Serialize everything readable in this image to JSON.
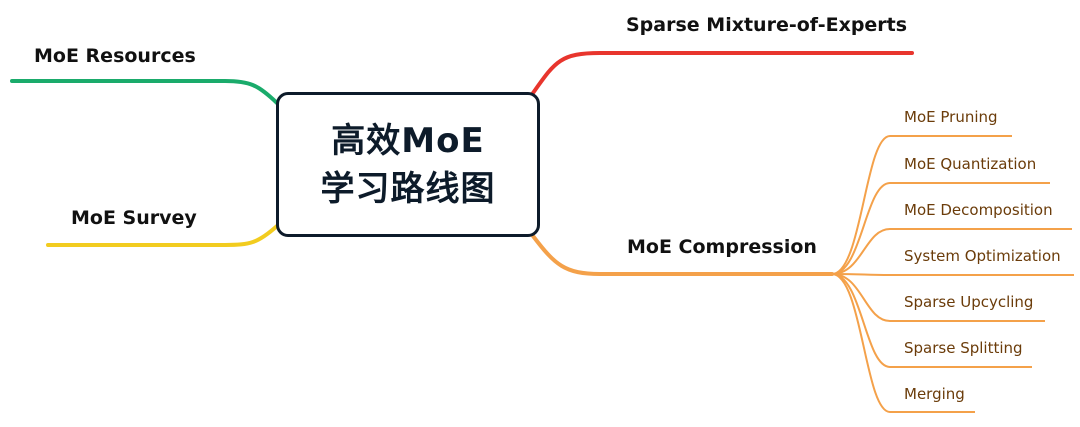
{
  "center": {
    "line1": "高效MoE",
    "line2": "学习路线图"
  },
  "branches": {
    "sparse_moe": {
      "label": "Sparse Mixture-of-Experts",
      "color": "#e8352d"
    },
    "resources": {
      "label": "MoE Resources",
      "color": "#1aab6b"
    },
    "survey": {
      "label": "MoE Survey",
      "color": "#f2cc1f"
    },
    "compression": {
      "label": "MoE Compression",
      "color": "#f4a14a",
      "children": [
        "MoE Pruning",
        "MoE Quantization",
        "MoE Decomposition",
        "System Optimization",
        "Sparse Upcycling",
        "Sparse Splitting",
        "Merging"
      ]
    }
  }
}
